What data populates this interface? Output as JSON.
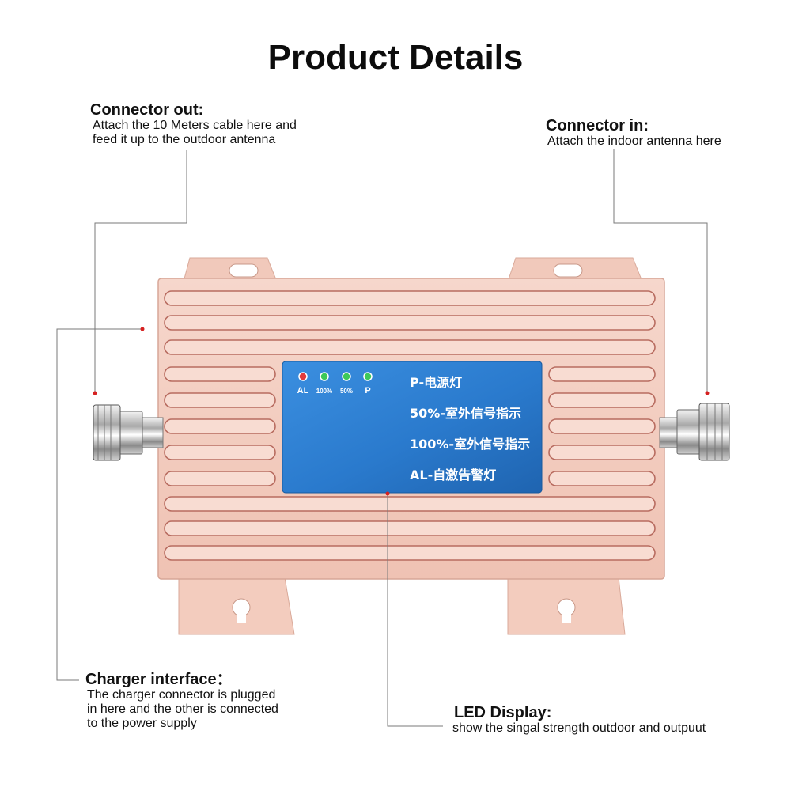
{
  "title": "Product Details",
  "callouts": {
    "connector_out": {
      "heading": "Connector out:",
      "description": "Attach the 10 Meters cable here and\nfeed it up to the outdoor antenna"
    },
    "connector_in": {
      "heading": "Connector in:",
      "description": "Attach the indoor antenna here"
    },
    "charger_interface": {
      "heading": "Charger interface：",
      "description": "The charger connector is plugged\n in here and the other is connected\n to the power supply"
    },
    "led_display": {
      "heading": "LED Display:",
      "description": "show the singal strength outdoor and outpuut"
    }
  },
  "device": {
    "leds": [
      {
        "label": "AL",
        "color": "#e23b3b"
      },
      {
        "label": "100%",
        "color": "#3ec95a"
      },
      {
        "label": "50%",
        "color": "#3ec95a"
      },
      {
        "label": "P",
        "color": "#3ec95a"
      }
    ],
    "legend": [
      "P-电源灯",
      "50%-室外信号指示",
      "100%-室外信号指示",
      "AL-自激告警灯"
    ]
  },
  "colors": {
    "body": "#f3cfc4",
    "fin_stroke": "#b86c60",
    "panel_blue": "#2f83d6",
    "callout_line": "#7a7a7a",
    "marker_dot": "#d62020"
  }
}
